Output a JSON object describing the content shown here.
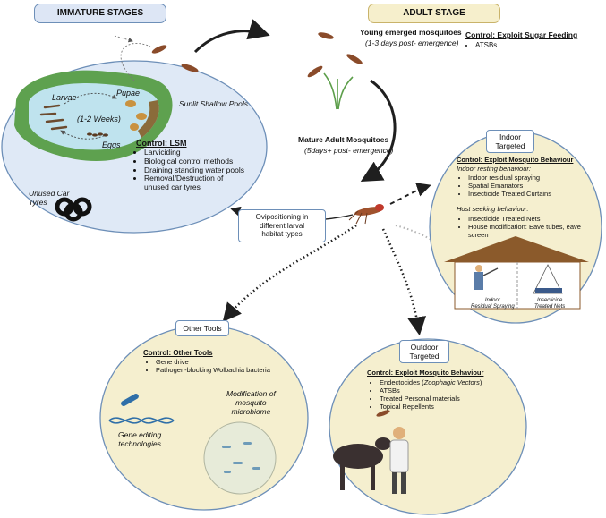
{
  "immature": {
    "header": "IMMATURE STAGES",
    "larvae": "Larvae",
    "pupae": "Pupae",
    "duration": "(1-2 Weeks)",
    "eggs": "Eggs",
    "pools": "Sunlit Shallow Pools",
    "tyres": [
      "Unused Car",
      "Tyres"
    ],
    "control_title": "Control: LSM",
    "control_items": [
      "Larviciding",
      "Biological control methods",
      "Draining standing water pools",
      "Removal/Destruction of unused car tyres"
    ]
  },
  "adult": {
    "header": "ADULT STAGE",
    "young": "Young emerged mosquitoes",
    "young_age": "(1-3 days post- emergence)",
    "sugar_title": "Control: Exploit Sugar Feeding",
    "sugar_items": [
      "ATSBs"
    ],
    "mature": "Mature Adult Mosquitoes",
    "mature_age": "(5days+ post- emergence)",
    "oviposition": [
      "Ovipositioning  in",
      "different larval",
      "habitat types"
    ]
  },
  "indoor": {
    "label": [
      "Indoor",
      "Targeted"
    ],
    "control_title": "Control: Exploit  Mosquito Behaviour",
    "resting_title": "Indoor resting  behaviour:",
    "resting_items": [
      "Indoor residual spraying",
      "Spatial Emanators",
      "Insecticide Treated Curtains"
    ],
    "host_title": "Host seeking behaviour:",
    "host_items": [
      "Insecticide Treated Nets",
      "House modification: Eave tubes, eave screen"
    ],
    "caption_left": [
      "Indoor",
      "Residual Spraying"
    ],
    "caption_right": [
      "Insecticide",
      "Treated Nets"
    ]
  },
  "other": {
    "label": "Other Tools",
    "control_title": "Control: Other Tools",
    "items": [
      "Gene drive",
      "Pathogen-blocking Wolbachia bacteria"
    ],
    "gene_editing": [
      "Gene editing",
      "technologies"
    ],
    "microbiome": [
      "Modification of",
      "mosquito",
      "microbiome"
    ]
  },
  "outdoor": {
    "label": [
      "Outdoor",
      "Targeted"
    ],
    "control_title": "Control: Exploit  Mosquito Behaviour",
    "items": [
      "ATSBs",
      "Treated Personal materials",
      "Topical Repellents"
    ],
    "endecto_prefix": "Endectocides (",
    "endecto_italic": "Zoophagic Vectors",
    "endecto_suffix": ")"
  },
  "colors": {
    "header_immature": "#dde6f5",
    "header_adult": "#f6efcc",
    "immature_circle": "#dfe9f6",
    "tool_circle": "#f5efcf",
    "water": "#bfe3ee",
    "grass": "#5ea14f",
    "mosquito": "#8a4b2a",
    "arrow": "#1f1f1f"
  }
}
